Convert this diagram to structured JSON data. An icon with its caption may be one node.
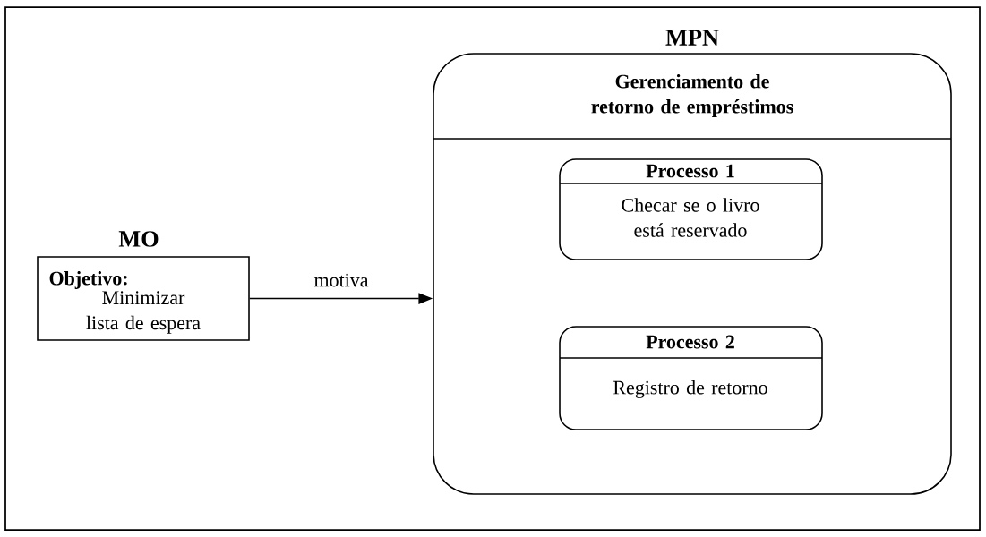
{
  "diagram": {
    "nodes": [
      {
        "text": [
          "MO",
          "Objetivo:",
          "Minimizar lista de espera"
        ]
      },
      {
        "text": [
          "MPN",
          "Gerenciamento de retorno de empréstimos"
        ]
      },
      {
        "text": [
          "Processo 1",
          "Checar se o livro está reservado"
        ],
        "in": 1
      },
      {
        "text": [
          "Processo 2",
          "Registro de retorno"
        ],
        "in": 1
      }
    ],
    "edges": [
      {
        "from": 0,
        "to": 1,
        "arrow": "to",
        "label": "motiva"
      }
    ]
  }
}
